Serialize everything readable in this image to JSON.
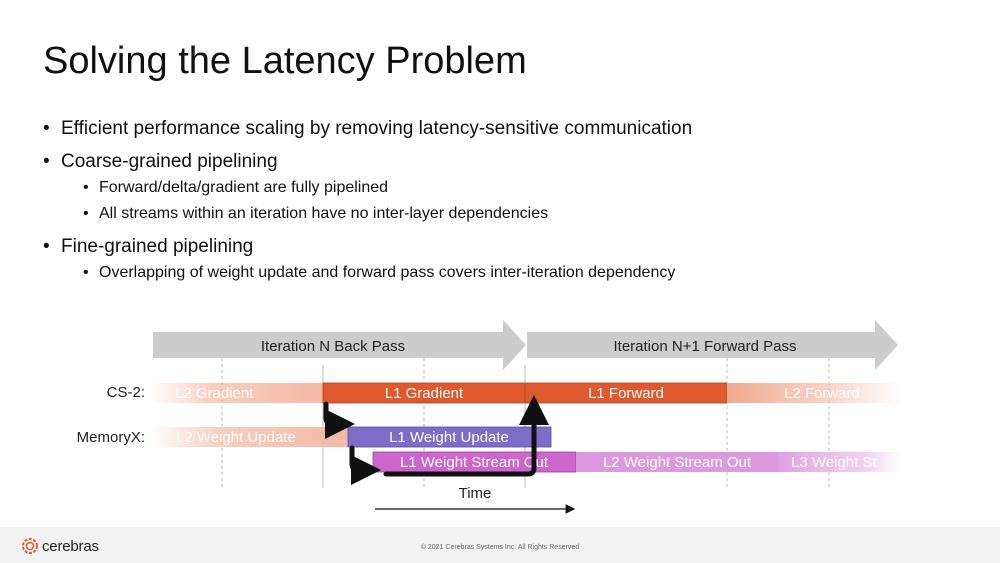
{
  "title": "Solving the Latency Problem",
  "bullets": {
    "b1": "Efficient performance scaling by removing latency-sensitive communication",
    "b2": "Coarse-grained pipelining",
    "b2a": "Forward/delta/gradient are fully pipelined",
    "b2b": "All streams within an iteration have no inter-layer dependencies",
    "b3": "Fine-grained pipelining",
    "b3a": "Overlapping of weight update and forward pass covers inter-iteration dependency"
  },
  "diagram": {
    "arrows": {
      "back_pass": "Iteration N Back Pass",
      "forward_pass": "Iteration N+1 Forward Pass"
    },
    "rows": {
      "cs2": "CS-2:",
      "memoryx": "MemoryX:"
    },
    "blocks": {
      "l2_gradient": "L2 Gradient",
      "l1_gradient": "L1 Gradient",
      "l1_forward": "L1 Forward",
      "l2_forward": "L2 Forward",
      "l2_weight_update": "L2 Weight Update",
      "l1_weight_update": "L1 Weight Update",
      "l1_weight_stream_out": "L1 Weight Stream Out",
      "l2_weight_stream_out": "L2 Weight Stream Out",
      "l3_weight_stream": "L3 Weight St"
    },
    "time_label": "Time"
  },
  "footer": {
    "logo": "cerebras",
    "copyright": "© 2021 Cerebras Systems Inc. All Rights Reserved"
  },
  "colors": {
    "accent_orange": "#e0582e",
    "orange_fade": "#f4b9a4",
    "purple": "#7e6cc9",
    "magenta": "#cc66cc",
    "magenta_fade": "#e6b3e6",
    "arrow_gray": "#cccccc",
    "dependency_black": "#111111"
  }
}
